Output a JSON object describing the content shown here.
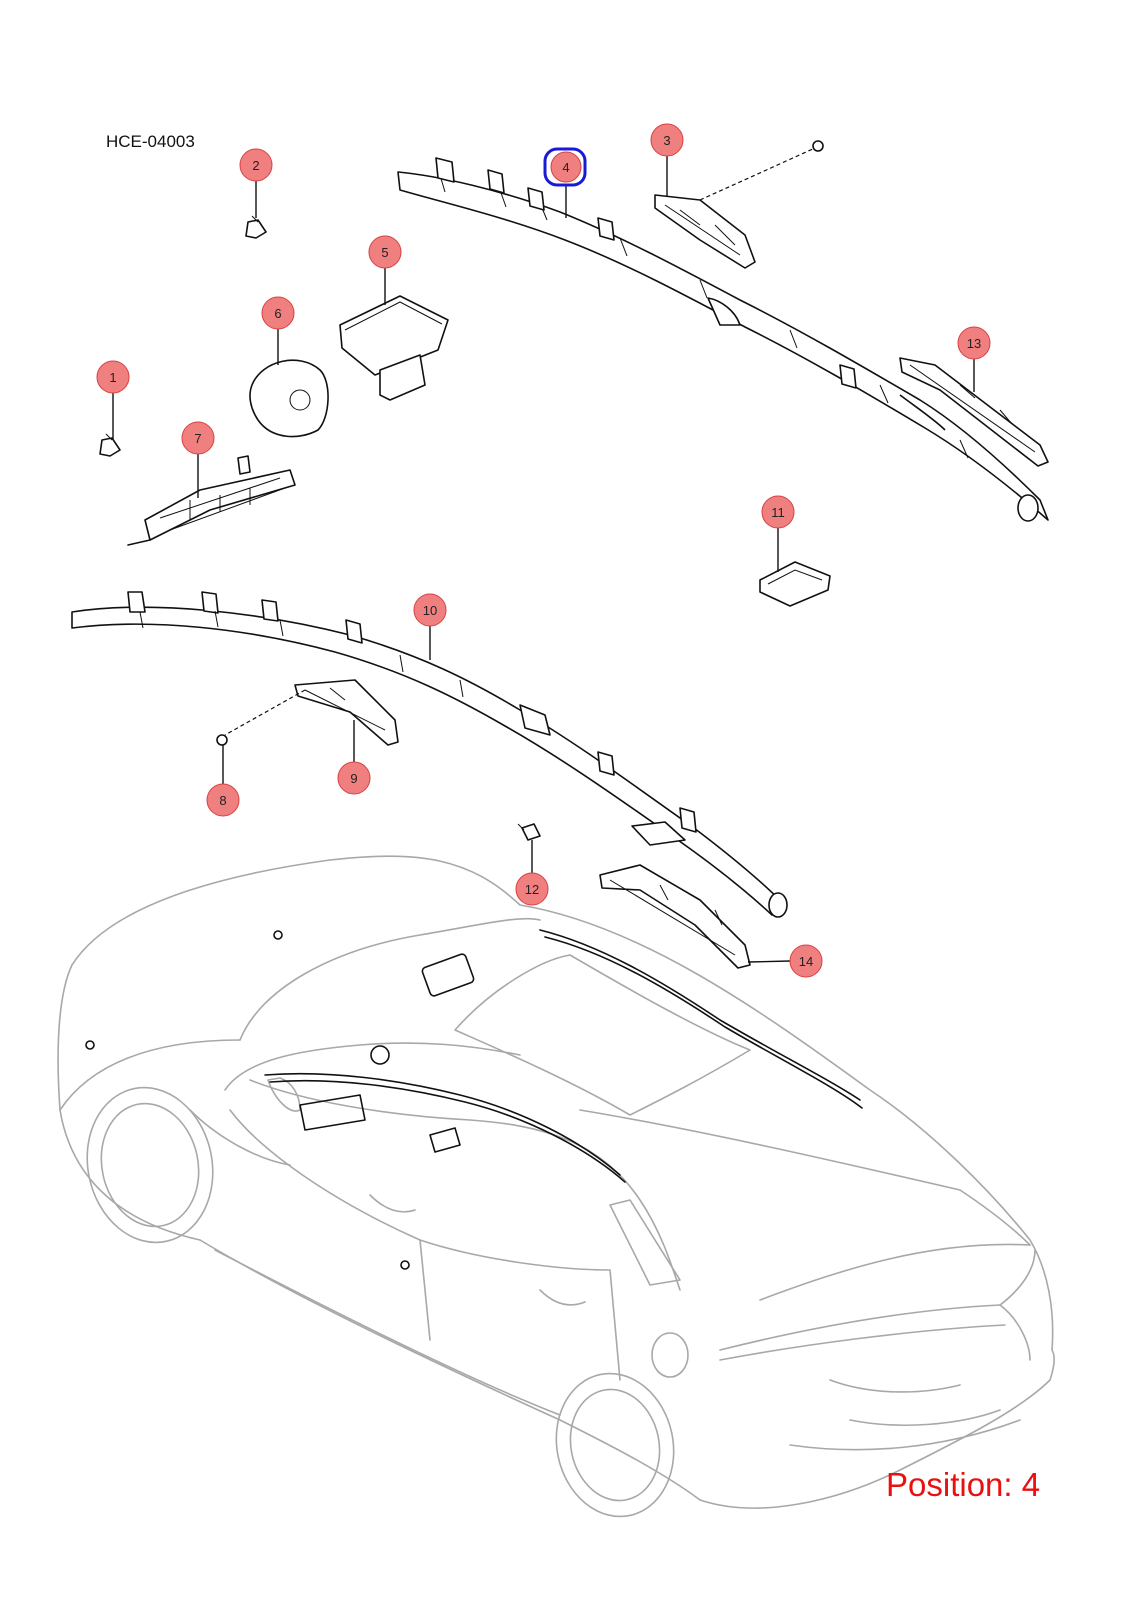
{
  "diagram": {
    "code": "HCE-04003",
    "position_label": "Position: 4",
    "selected_callout": "4",
    "colors": {
      "callout_fill": "#f08080",
      "callout_stroke": "#d94040",
      "highlight": "#1a1ad6",
      "position_text": "#e81010",
      "car_outline": "#a8a8a8"
    },
    "callouts": [
      {
        "id": "c1",
        "label": "1"
      },
      {
        "id": "c2",
        "label": "2"
      },
      {
        "id": "c3",
        "label": "3"
      },
      {
        "id": "c4",
        "label": "4"
      },
      {
        "id": "c5",
        "label": "5"
      },
      {
        "id": "c6",
        "label": "6"
      },
      {
        "id": "c7",
        "label": "7"
      },
      {
        "id": "c8",
        "label": "8"
      },
      {
        "id": "c9",
        "label": "9"
      },
      {
        "id": "c10",
        "label": "10"
      },
      {
        "id": "c11",
        "label": "11"
      },
      {
        "id": "c12",
        "label": "12"
      },
      {
        "id": "c13",
        "label": "13"
      },
      {
        "id": "c14",
        "label": "14"
      }
    ]
  }
}
